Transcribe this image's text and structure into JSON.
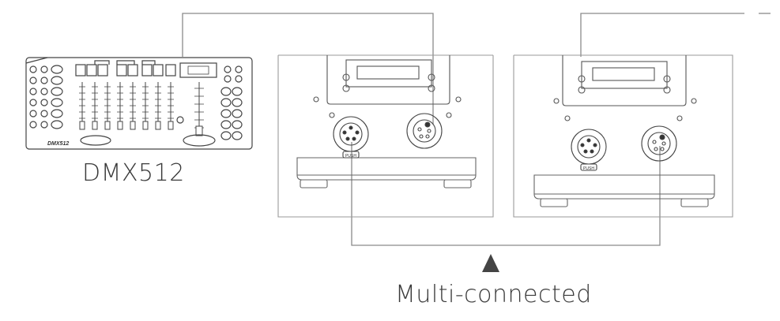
{
  "controller": {
    "model_on_panel": "DMX512",
    "label": "DMX512"
  },
  "fixtures": [
    {
      "connectors": [
        {
          "push_label": "PUSH"
        },
        {
          "push_label": ""
        }
      ]
    },
    {
      "connectors": [
        {
          "push_label": "PUSH"
        },
        {
          "push_label": ""
        }
      ]
    }
  ],
  "caption": "Multi-connected",
  "icons": [
    "up-triangle-icon"
  ],
  "colors": {
    "line": "#555555",
    "light_line": "#9a9a9a",
    "text": "#3a3a3a",
    "triangle": "#444444"
  }
}
